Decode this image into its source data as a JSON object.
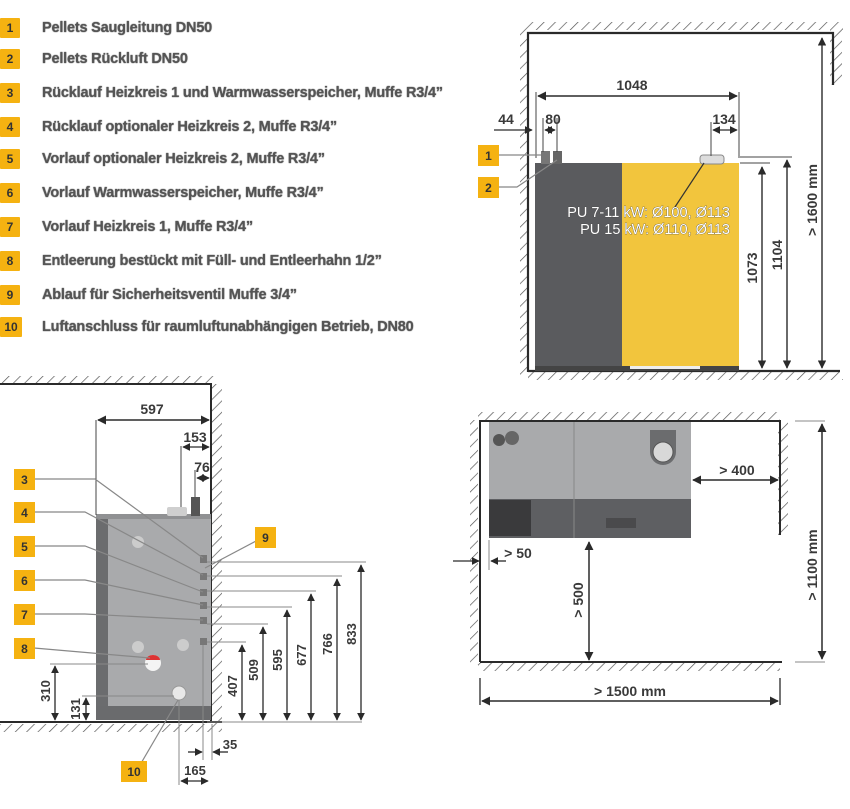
{
  "legend": {
    "items": [
      {
        "num": "1",
        "text": "Pellets Saugleitung DN50"
      },
      {
        "num": "2",
        "text": "Pellets Rückluft DN50"
      },
      {
        "num": "3",
        "text": "Rücklauf Heizkreis 1 und Warmwasserspeicher, Muffe R3/4”"
      },
      {
        "num": "4",
        "text": "Rücklauf optionaler Heizkreis 2, Muffe R3/4”"
      },
      {
        "num": "5",
        "text": "Vorlauf optionaler Heizkreis 2, Muffe R3/4”"
      },
      {
        "num": "6",
        "text": "Vorlauf Warmwasserspeicher, Muffe R3/4”"
      },
      {
        "num": "7",
        "text": "Vorlauf Heizkreis 1, Muffe R3/4”"
      },
      {
        "num": "8",
        "text": "Entleerung bestückt mit Füll- und Entleerhahn 1/2”"
      },
      {
        "num": "9",
        "text": "Ablauf für Sicherheitsventil Muffe 3/4”"
      },
      {
        "num": "10",
        "text": "Luftanschluss für raumluftunabhängigen Betrieb, DN80"
      }
    ]
  },
  "side_view": {
    "dims": {
      "width_total": "1048",
      "offset_left": "44",
      "pipe_spacing": "80",
      "flue_offset": "134",
      "h1": "1073",
      "h2": "1104",
      "clearance_height": "> 1600 mm"
    },
    "note_line1": "PU 7-11 kW: Ø100, Ø113",
    "note_line2": "PU 15 kW: Ø110, Ø113",
    "callouts": [
      "1",
      "2"
    ]
  },
  "front_view": {
    "dims": {
      "width": "597",
      "flue_153": "153",
      "flue_76": "76",
      "h_310": "310",
      "h_131": "131",
      "h_407": "407",
      "h_509": "509",
      "h_595": "595",
      "h_677": "677",
      "h_766": "766",
      "h_833": "833",
      "w_35": "35",
      "w_165": "165"
    },
    "callouts": [
      "3",
      "4",
      "5",
      "6",
      "7",
      "8",
      "9",
      "10"
    ]
  },
  "top_view": {
    "dims": {
      "right_clear": "> 400",
      "left_clear": "> 50",
      "front_clear": "> 500",
      "depth_clear": "> 1100 mm",
      "width_clear": "> 1500 mm"
    }
  },
  "colors": {
    "badge": "#f5b211",
    "boiler_yellow": "#f2c53d",
    "boiler_dark": "#5a5b5e",
    "boiler_grey": "#a9aaac",
    "line": "#2a2a2a"
  }
}
